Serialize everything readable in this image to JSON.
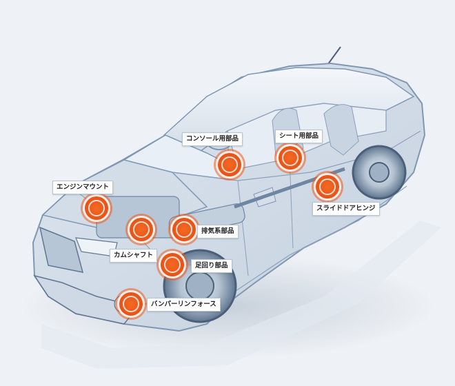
{
  "diagram": {
    "parts": [
      {
        "key": "console",
        "label": "コンソール用部品",
        "name_id": "callout-console-parts"
      },
      {
        "key": "seat",
        "label": "シート用部品",
        "name_id": "callout-seat-parts"
      },
      {
        "key": "sliding",
        "label": "スライドドアヒンジ",
        "name_id": "callout-sliding-door-hinge"
      },
      {
        "key": "engine",
        "label": "エンジンマウント",
        "name_id": "callout-engine-mount"
      },
      {
        "key": "exhaust",
        "label": "排気系部品",
        "name_id": "callout-exhaust-parts"
      },
      {
        "key": "camshaft",
        "label": "カムシャフト",
        "name_id": "callout-camshaft"
      },
      {
        "key": "suspension",
        "label": "足回り部品",
        "name_id": "callout-suspension-parts"
      },
      {
        "key": "bumper",
        "label": "バンパーリンフォース",
        "name_id": "callout-bumper-reinforcement"
      }
    ]
  },
  "colors": {
    "marker": "#e9561a",
    "car_line": "#7f97b3",
    "background": "#eef1f5"
  }
}
